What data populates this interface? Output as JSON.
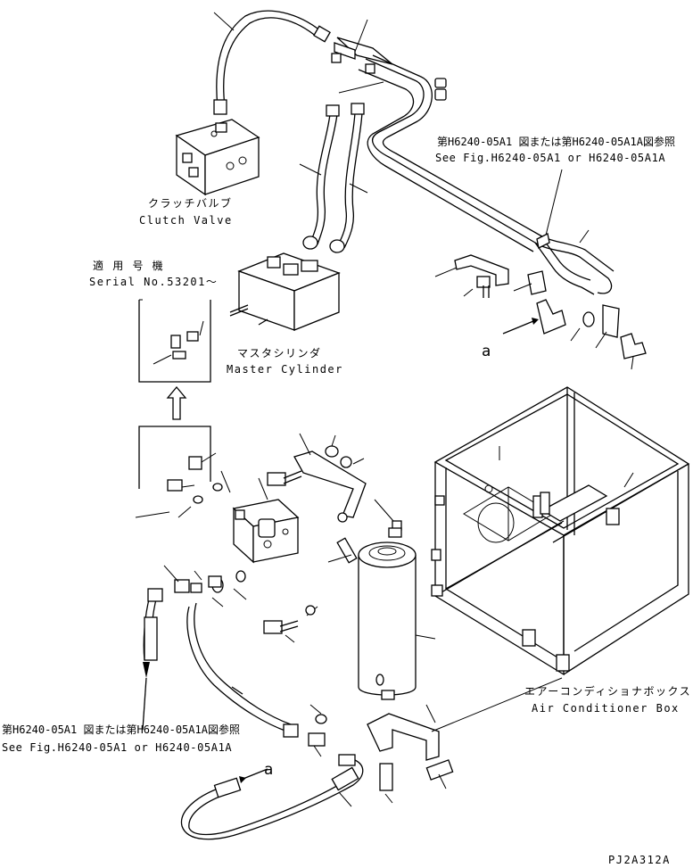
{
  "labels": {
    "clutch_valve_jp": "クラッチバルブ",
    "clutch_valve_en": "Clutch Valve",
    "serial_jp": "適 用 号 機",
    "serial_en": "Serial No.53201～",
    "master_cylinder_jp": "マスタシリンダ",
    "master_cylinder_en": "Master Cylinder",
    "ref_top_jp": "第H6240-05A1 図または第H6240-05A1A図参照",
    "ref_top_en": "See Fig.H6240-05A1 or H6240-05A1A",
    "ref_bottom_jp": "第H6240-05A1 図または第H6240-05A1A図参照",
    "ref_bottom_en": "See Fig.H6240-05A1 or H6240-05A1A",
    "ac_box_jp": "エアーコンディショナボックス",
    "ac_box_en": "Air Conditioner Box",
    "marker_a_top": "a",
    "marker_a_bottom": "a",
    "drawing_code": "PJ2A312A"
  }
}
